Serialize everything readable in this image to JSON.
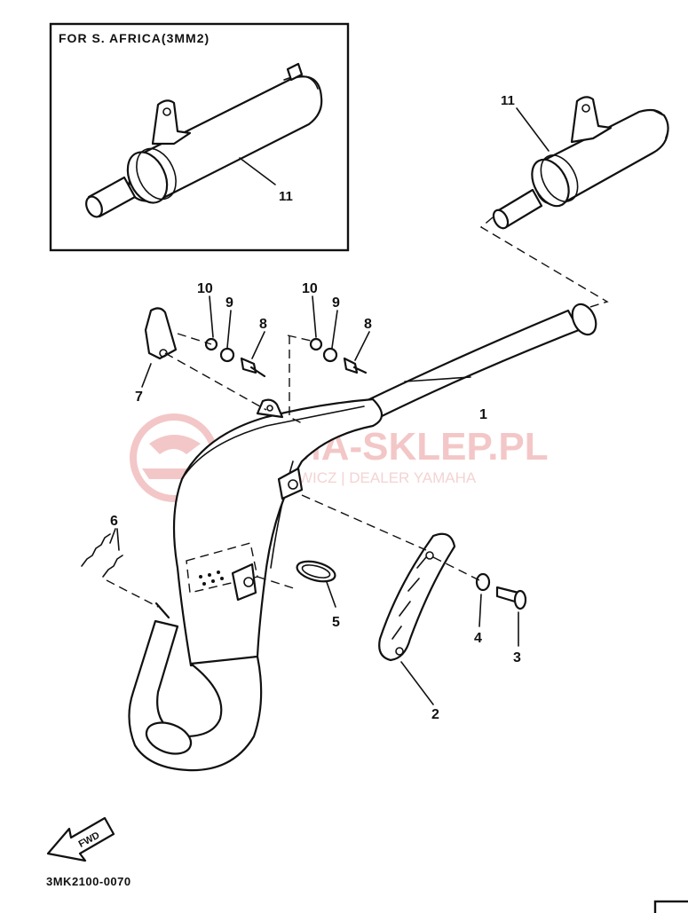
{
  "inset": {
    "title": "FOR S. AFRICA(3MM2)",
    "part_label": "11"
  },
  "callouts": [
    {
      "id": "c1",
      "text": "1"
    },
    {
      "id": "c2",
      "text": "2"
    },
    {
      "id": "c3",
      "text": "3"
    },
    {
      "id": "c4",
      "text": "4"
    },
    {
      "id": "c5",
      "text": "5"
    },
    {
      "id": "c6",
      "text": "6"
    },
    {
      "id": "c7",
      "text": "7"
    },
    {
      "id": "c8a",
      "text": "8"
    },
    {
      "id": "c9a",
      "text": "9"
    },
    {
      "id": "c10a",
      "text": "10"
    },
    {
      "id": "c8b",
      "text": "8"
    },
    {
      "id": "c9b",
      "text": "9"
    },
    {
      "id": "c10b",
      "text": "10"
    },
    {
      "id": "c11",
      "text": "11"
    }
  ],
  "watermark": {
    "brand": "YAMA-SKLEP.PL",
    "dealer": "WOJ  HOWICZ | DEALER YAMAHA",
    "color": "#f2c2c2"
  },
  "fwd_badge": "FWD",
  "diagram_code": "3MK2100-0070"
}
